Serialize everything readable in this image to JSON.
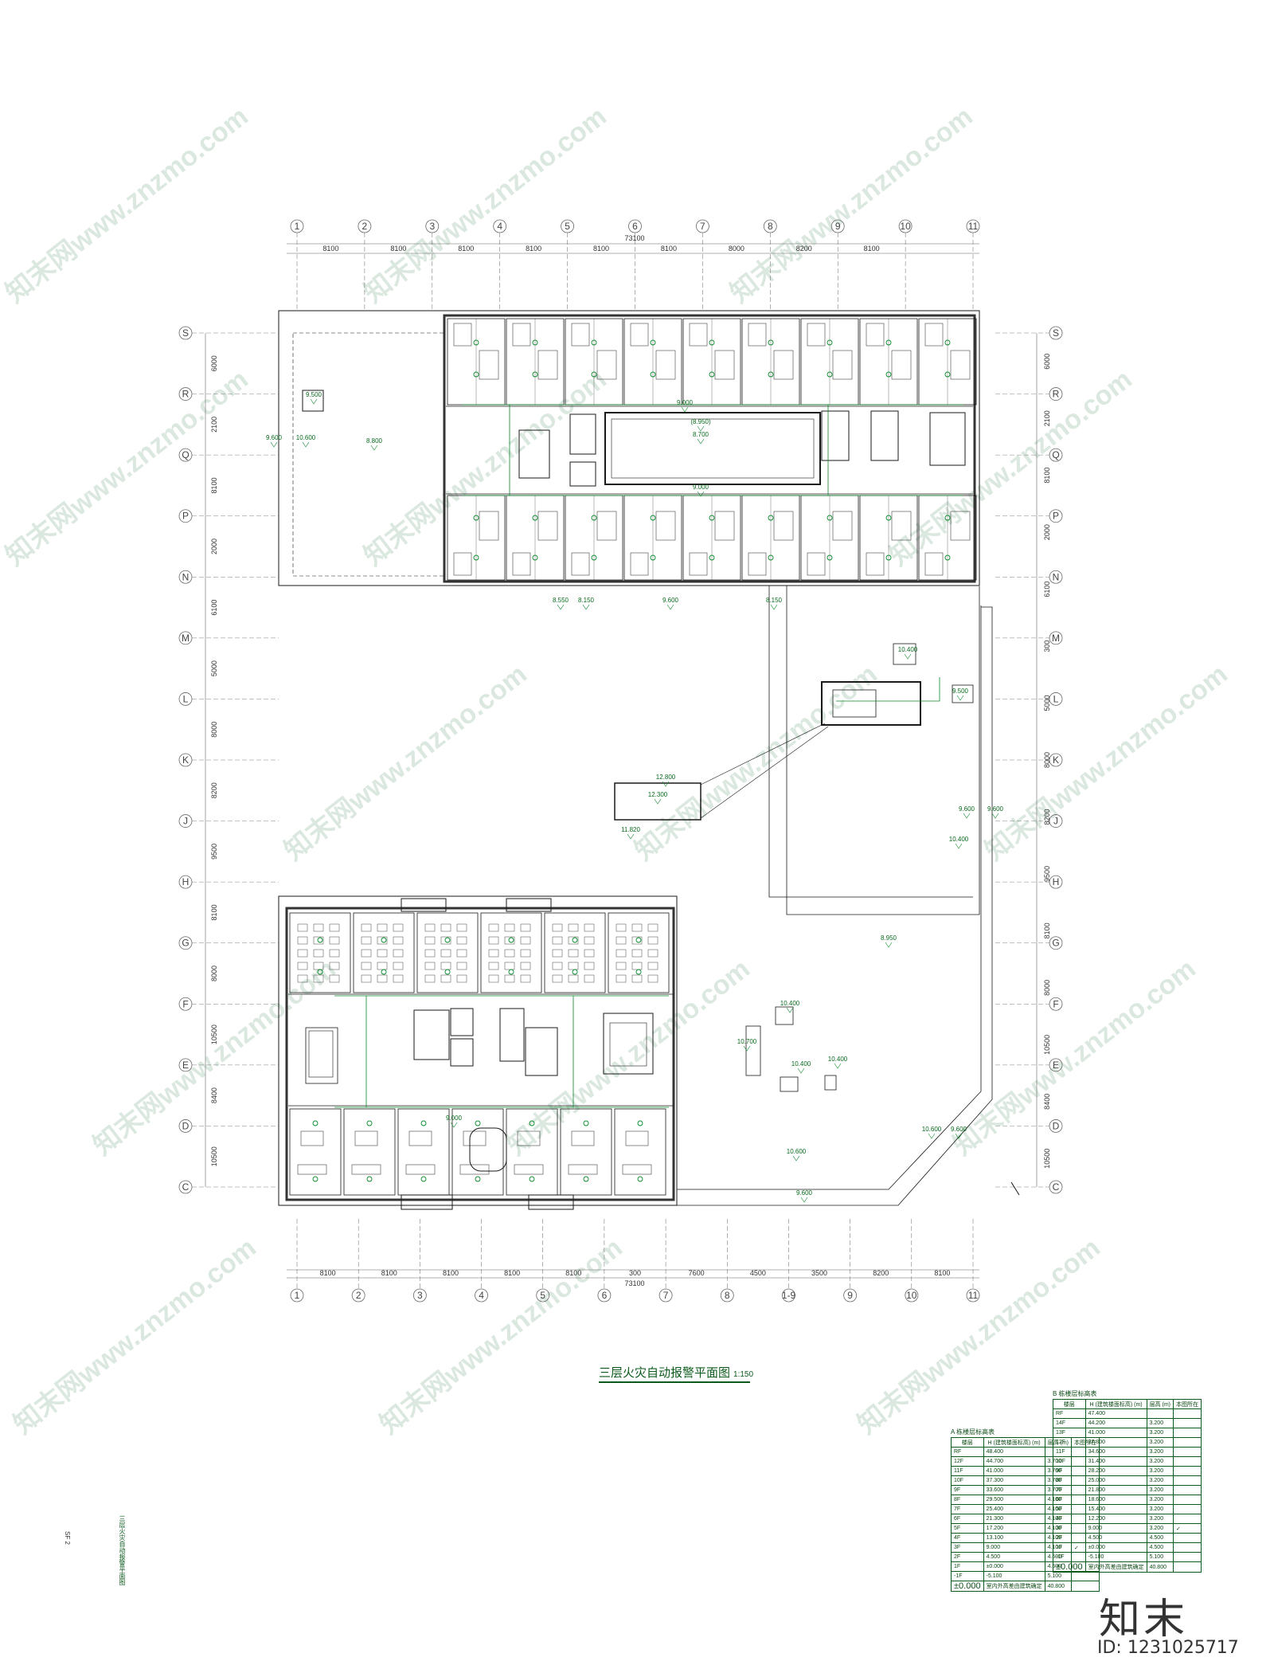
{
  "drawing": {
    "title": "三层火灾自动报警平面图",
    "scale": "1:150",
    "overall_dimension": "73100",
    "grid_columns_top": [
      "1",
      "2",
      "3",
      "4",
      "5",
      "6",
      "7",
      "8",
      "9",
      "10",
      "11"
    ],
    "grid_columns_bottom": [
      "1",
      "2",
      "3",
      "4",
      "5",
      "6",
      "7",
      "8",
      "1-9",
      "9",
      "10",
      "11"
    ],
    "grid_rows": [
      "S",
      "R",
      "Q",
      "P",
      "N",
      "M",
      "L",
      "K",
      "J",
      "H",
      "G",
      "F",
      "E",
      "D",
      "C"
    ],
    "top_bay_dims": [
      "8100",
      "8100",
      "8100",
      "8100",
      "8100",
      "8100",
      "8000",
      "8200",
      "8100"
    ],
    "bottom_bay_dims": [
      "8100",
      "8100",
      "8100",
      "8100",
      "8100",
      "300",
      "7600",
      "4500",
      "3500",
      "8200",
      "8100"
    ],
    "left_row_dims": [
      "6000",
      "2100",
      "8100",
      "2000",
      "6100",
      "5000",
      "8000",
      "8200",
      "9500",
      "8100",
      "8000",
      "10500",
      "8400",
      "10500"
    ],
    "right_row_dims": [
      "6000",
      "2100",
      "8100",
      "2000",
      "6100",
      "300",
      "5000",
      "8000",
      "8200",
      "9500",
      "8100",
      "8000",
      "10500",
      "8400",
      "10500"
    ],
    "elevations": [
      "9.500",
      "9.600",
      "10.600",
      "8.800",
      "9.000",
      "9.000",
      "8.550",
      "8.150",
      "9.600",
      "8.150",
      "10.400",
      "9.500",
      "12.800",
      "12.300",
      "11.820",
      "9.600",
      "9.600",
      "10.400",
      "8.950",
      "10.400",
      "10.700",
      "10.400",
      "10.400",
      "10.600",
      "9.600",
      "10.600",
      "9.600",
      "(8.950)",
      "8.700",
      "9.000"
    ],
    "sheet_code": "SF 2",
    "side_note": "三层火灾自动报警平面图"
  },
  "table_a": {
    "caption": "A 栋楼层标高表",
    "headers": [
      "楼层",
      "H (建筑楼面标高) (m)",
      "层高 (m)",
      "本图所在"
    ],
    "rows": [
      [
        "RF",
        "48.400",
        "",
        ""
      ],
      [
        "12F",
        "44.700",
        "3.700",
        ""
      ],
      [
        "11F",
        "41.000",
        "3.700",
        ""
      ],
      [
        "10F",
        "37.300",
        "3.700",
        ""
      ],
      [
        "9F",
        "33.600",
        "3.700",
        ""
      ],
      [
        "8F",
        "29.500",
        "4.100",
        ""
      ],
      [
        "7F",
        "25.400",
        "4.100",
        ""
      ],
      [
        "6F",
        "21.300",
        "4.100",
        ""
      ],
      [
        "5F",
        "17.200",
        "4.100",
        ""
      ],
      [
        "4F",
        "13.100",
        "4.100",
        ""
      ],
      [
        "3F",
        "9.000",
        "4.100",
        "✓"
      ],
      [
        "2F",
        "4.500",
        "4.500",
        ""
      ],
      [
        "1F",
        "±0.000",
        "4.500",
        ""
      ],
      [
        "-1F",
        "-5.100",
        "5.100",
        ""
      ]
    ],
    "footer_label": "±0.000",
    "footer_note": "室内外高差由建筑确定",
    "footer_value": "40.800"
  },
  "table_b": {
    "caption": "B 栋楼层标高表",
    "headers": [
      "楼层",
      "H (建筑楼面标高) (m)",
      "层高 (m)",
      "本图所在"
    ],
    "rows": [
      [
        "RF",
        "47.400",
        "",
        ""
      ],
      [
        "14F",
        "44.200",
        "3.200",
        ""
      ],
      [
        "13F",
        "41.000",
        "3.200",
        ""
      ],
      [
        "12F",
        "37.800",
        "3.200",
        ""
      ],
      [
        "11F",
        "34.600",
        "3.200",
        ""
      ],
      [
        "10F",
        "31.400",
        "3.200",
        ""
      ],
      [
        "9F",
        "28.200",
        "3.200",
        ""
      ],
      [
        "8F",
        "25.000",
        "3.200",
        ""
      ],
      [
        "7F",
        "21.800",
        "3.200",
        ""
      ],
      [
        "6F",
        "18.600",
        "3.200",
        ""
      ],
      [
        "5F",
        "15.400",
        "3.200",
        ""
      ],
      [
        "4F",
        "12.200",
        "3.200",
        ""
      ],
      [
        "3F",
        "9.000",
        "3.200",
        "✓"
      ],
      [
        "2F",
        "4.500",
        "4.500",
        ""
      ],
      [
        "1F",
        "±0.000",
        "4.500",
        ""
      ],
      [
        "-1F",
        "-5.100",
        "5.100",
        ""
      ]
    ],
    "footer_label": "±0.000",
    "footer_note": "室内外高差由建筑确定",
    "footer_value": "40.800"
  },
  "watermark": {
    "text": "知末网www.znzmo.com"
  },
  "brand": {
    "name": "知末",
    "id_label": "ID: 1231025717"
  },
  "colors": {
    "line": "#1a1a1a",
    "device": "#0a8a2a",
    "text_green": "#0c5a1c",
    "grid": "#666666"
  }
}
